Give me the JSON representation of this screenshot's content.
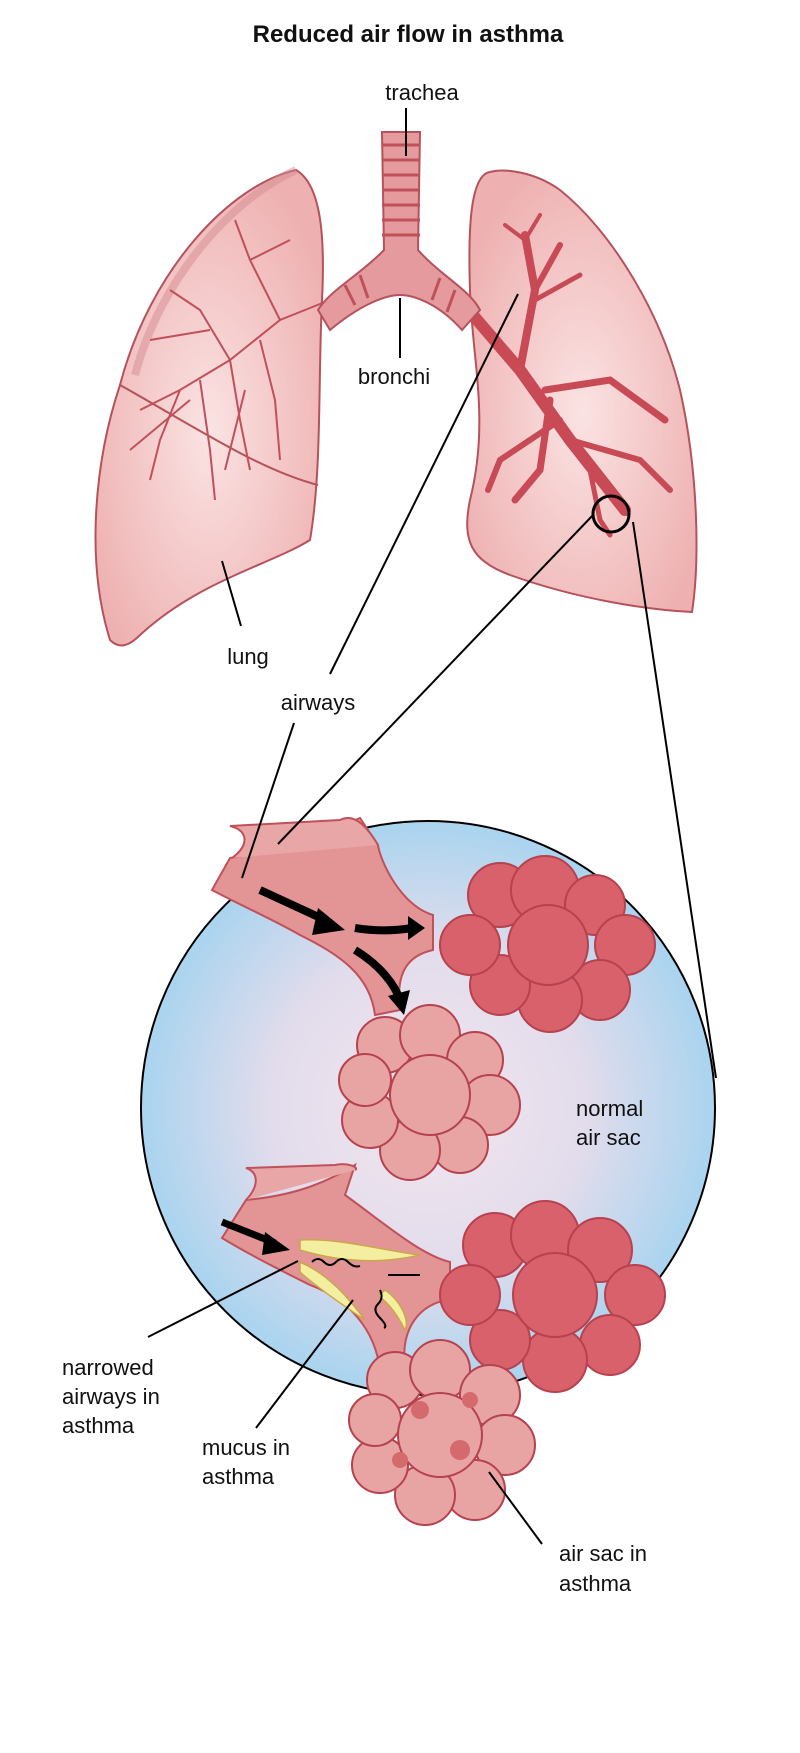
{
  "title": "Reduced air flow in asthma",
  "labels": {
    "trachea": "trachea",
    "bronchi": "bronchi",
    "lung": "lung",
    "airways": "airways",
    "normal_air_sac": [
      "normal",
      "air sac"
    ],
    "narrowed_airways": [
      "narrowed",
      "airways in",
      "asthma"
    ],
    "mucus": [
      "mucus in",
      "asthma"
    ],
    "air_sac_asthma": [
      "air sac in",
      "asthma"
    ]
  },
  "colors": {
    "lung_fill": "#f2c4c4",
    "lung_stroke": "#b5525c",
    "airway": "#d35a62",
    "circle_bg": "#a9d4ef",
    "mucus": "#f4eea0",
    "alveoli_dark": "#d9616b",
    "alveoli_pale": "#e8a3a3"
  }
}
